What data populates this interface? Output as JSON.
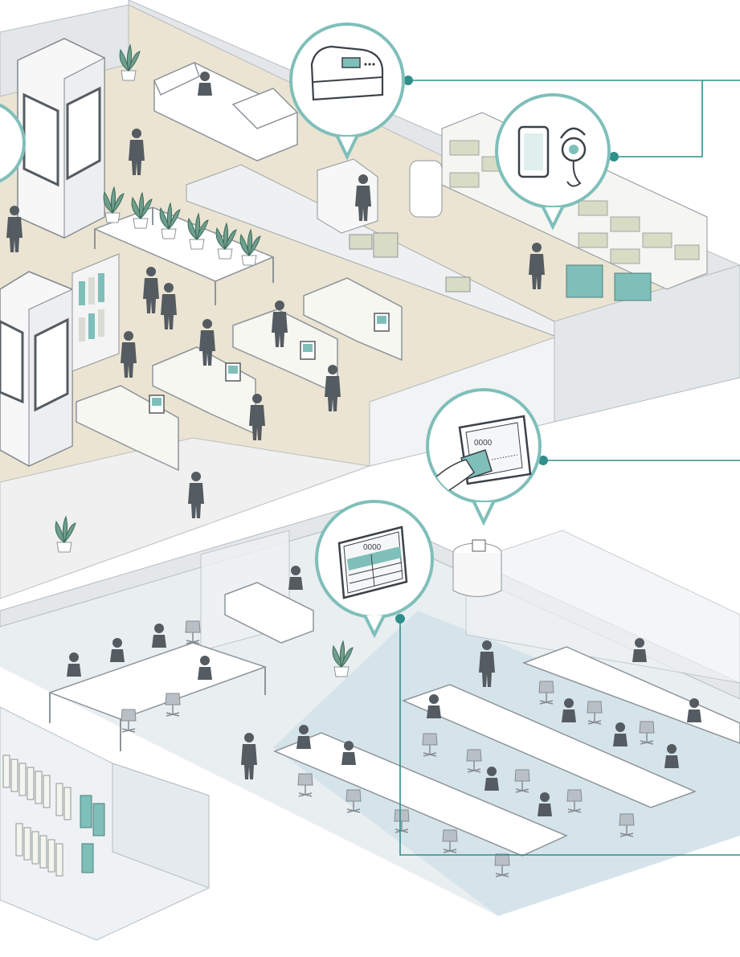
{
  "illustration": {
    "style": "isometric line illustration",
    "palette": {
      "accent_teal": "#2f8f8a",
      "accent_teal_light": "#7fbfba",
      "floor_beige": "#ebe4d3",
      "floor_blue": "#d8e6ec",
      "wall_grey": "#e4e7e9",
      "outline": "#8e959a",
      "figure": "#545b61",
      "plant": "#6f9f8c"
    },
    "areas": [
      {
        "id": "store-floor",
        "type": "retail area with self-checkout lanes"
      },
      {
        "id": "stockroom",
        "type": "shelving and carts"
      },
      {
        "id": "reception",
        "type": "reception desk with card terminal"
      },
      {
        "id": "lounge",
        "type": "waiting sofa"
      },
      {
        "id": "office",
        "type": "desks with laptops"
      },
      {
        "id": "training-room",
        "type": "rows of desks"
      },
      {
        "id": "apparel-rack",
        "type": "hanging garments"
      }
    ],
    "callouts": [
      {
        "id": "printer",
        "icon": "receipt-printer-icon"
      },
      {
        "id": "tablet-headset",
        "icon": "tablet-headset-icon"
      },
      {
        "id": "card-reader",
        "icon": "card-reader-icon"
      },
      {
        "id": "signage",
        "icon": "digital-signage-icon"
      },
      {
        "id": "pillar-display",
        "icon": "partial-bubble"
      }
    ],
    "card_reader_digits": "0000",
    "signage_digits": "0000"
  }
}
